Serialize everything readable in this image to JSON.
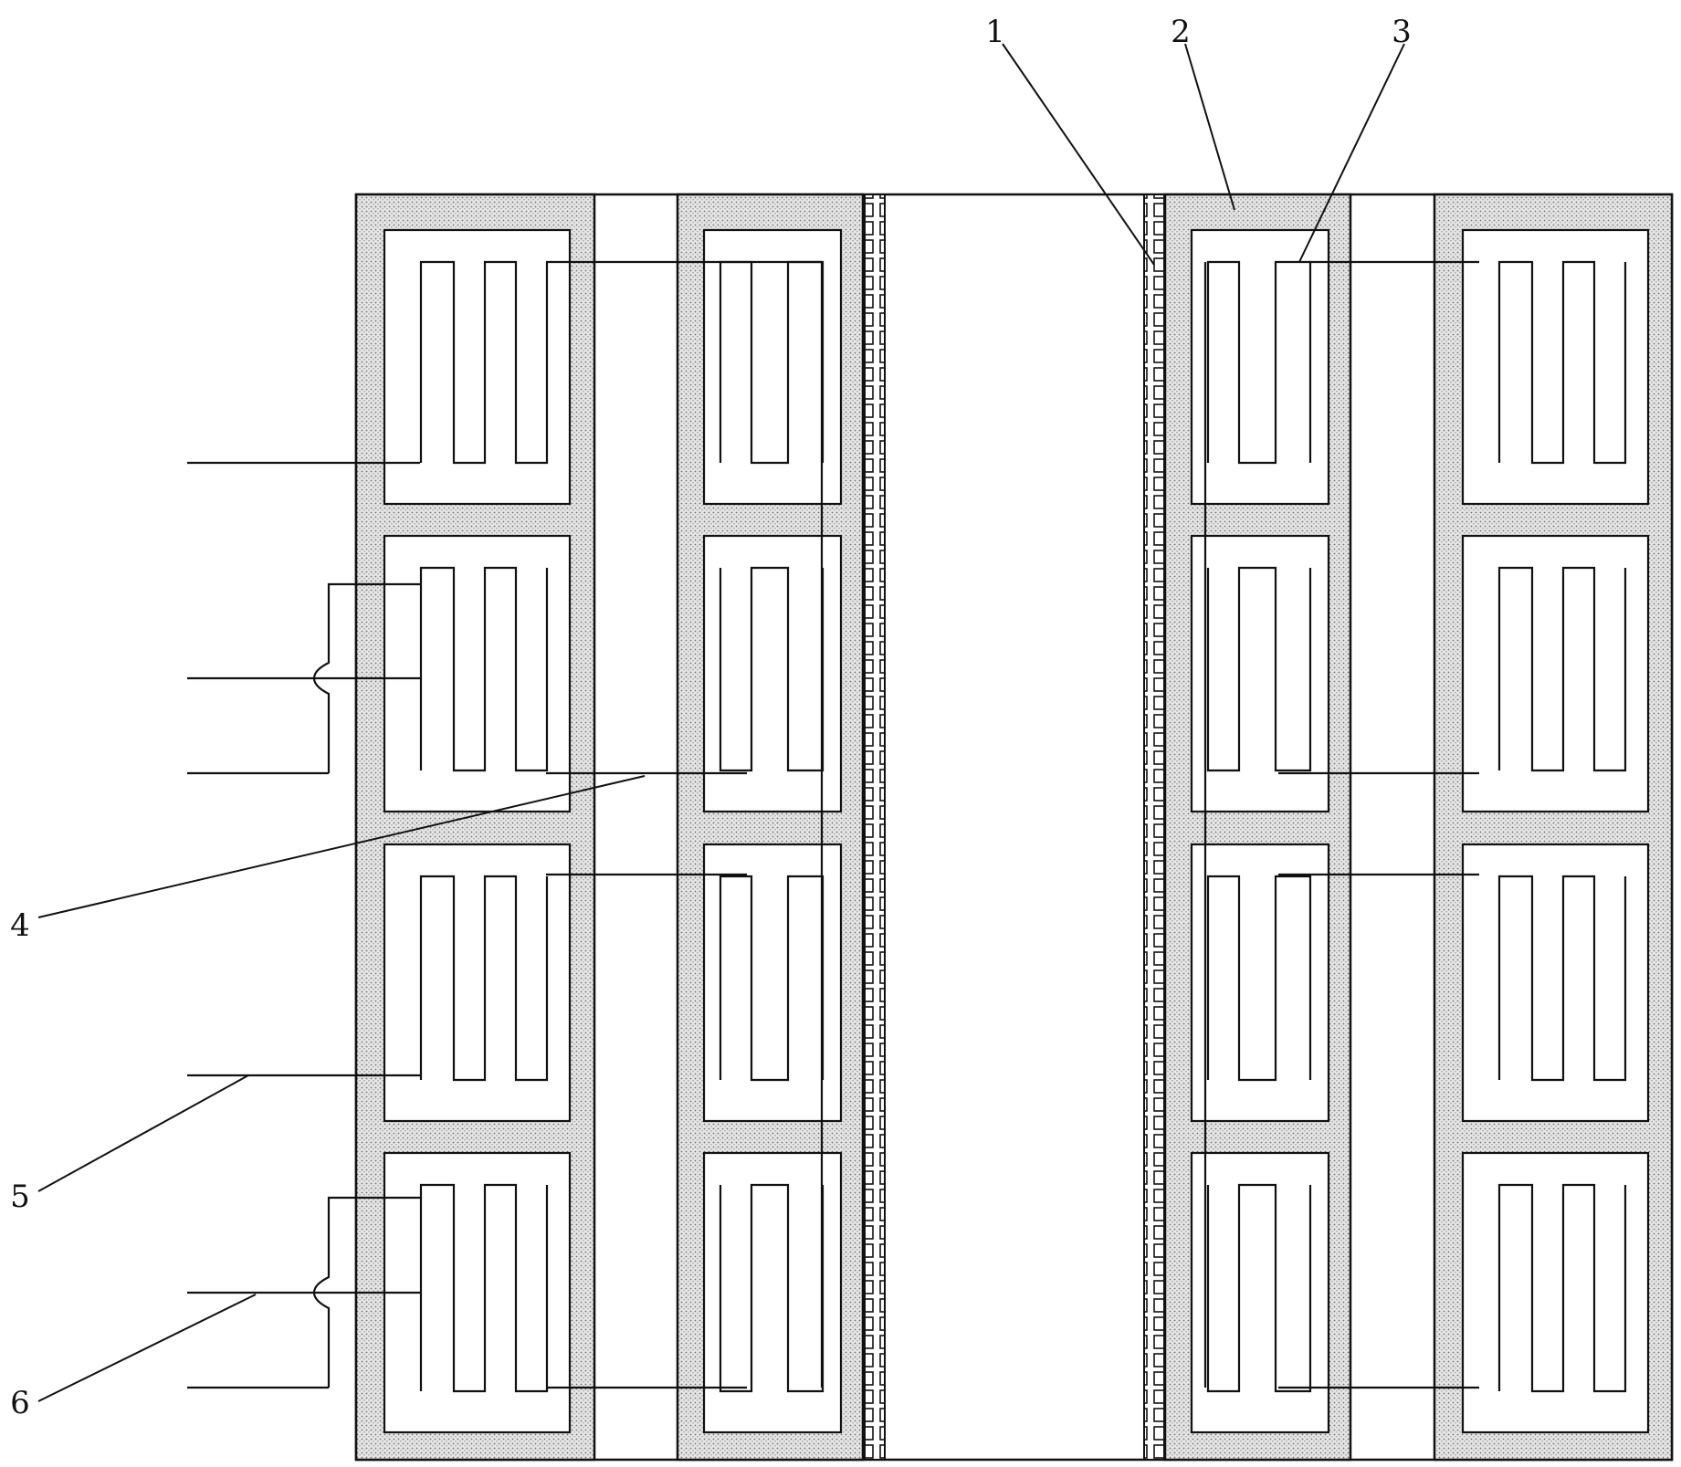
{
  "callouts": [
    {
      "id": "1",
      "label": "1"
    },
    {
      "id": "2",
      "label": "2"
    },
    {
      "id": "3",
      "label": "3"
    },
    {
      "id": "4",
      "label": "4"
    },
    {
      "id": "5",
      "label": "5"
    },
    {
      "id": "6",
      "label": "6"
    }
  ],
  "colors": {
    "line": "#111111",
    "background": "#ffffff",
    "stipple_fill": "#d9d9d9",
    "stipple_dot": "#7a7a7a"
  }
}
